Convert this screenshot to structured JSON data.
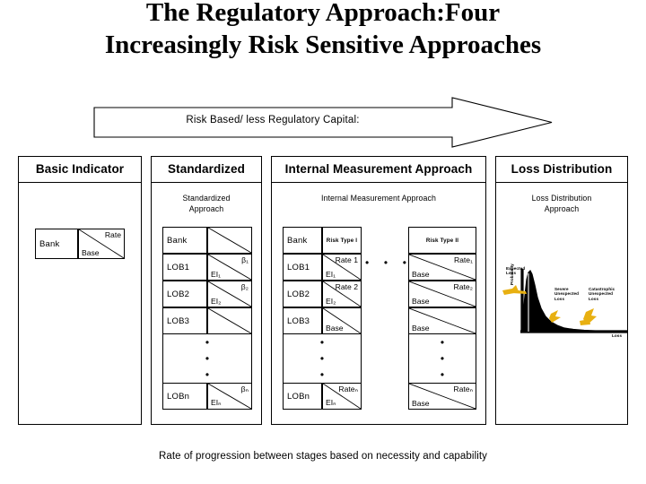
{
  "title": {
    "line1": "The Regulatory Approach:Four",
    "line2": "Increasingly Risk Sensitive Approaches"
  },
  "arrow": {
    "label": "Risk Based/ less Regulatory Capital:"
  },
  "footer": {
    "caption": "Rate of progression between stages based on necessity and capability"
  },
  "columns": [
    {
      "id": "basic-indicator",
      "header": "Basic Indicator",
      "subtitle": "",
      "table": {
        "rows": [
          {
            "label": "Bank",
            "top_right": "Rate",
            "bottom_left": "Base",
            "diagonal": true
          }
        ]
      }
    },
    {
      "id": "standardized",
      "header": "Standardized",
      "subtitle": "Standardized\nApproach",
      "subtitle_line1": "Standardized",
      "subtitle_line2": "Approach",
      "table": {
        "rows": [
          {
            "label": "Bank",
            "top_right": "",
            "bottom_left": "",
            "diagonal": true
          },
          {
            "label": "LOB1",
            "top_right": "β₁",
            "bottom_left": "EI₁",
            "diagonal": true
          },
          {
            "label": "LOB2",
            "top_right": "β₂",
            "bottom_left": "EI₂",
            "diagonal": true
          },
          {
            "label": "LOB3",
            "top_right": "",
            "bottom_left": "",
            "diagonal": true
          },
          {
            "label": "⋮",
            "dots": true
          },
          {
            "label": "LOBn",
            "top_right": "βₙ",
            "bottom_left": "EIₙ",
            "diagonal": true
          }
        ]
      }
    },
    {
      "id": "internal-measurement-approach",
      "header": "Internal Measurement Approach",
      "subtitle_line1": "Internal Measurement Approach",
      "subtitle_line2": "",
      "subtables": [
        {
          "risk_type": "Risk Type I",
          "rows": [
            {
              "label": "Bank",
              "header_cell": "Risk Type I"
            },
            {
              "label": "LOB1",
              "top_right": "Rate 1",
              "bottom_left": "EI₁",
              "diagonal": true
            },
            {
              "label": "LOB2",
              "top_right": "Rate 2",
              "bottom_left": "EI₂",
              "diagonal": true
            },
            {
              "label": "LOB3",
              "top_right": "",
              "bottom_left": "Base",
              "diagonal": true
            },
            {
              "dots": true
            },
            {
              "label": "LOBn",
              "top_right": "Rateₙ",
              "bottom_left": "EIₙ",
              "diagonal": true
            }
          ]
        },
        {
          "risk_type": "Risk Type II",
          "rows": [
            {
              "header_cell": "Risk Type II"
            },
            {
              "top_right": "Rate₁",
              "bottom_left": "Base",
              "diagonal": true
            },
            {
              "top_right": "Rate₂",
              "bottom_left": "Base",
              "diagonal": true
            },
            {
              "top_right": "",
              "bottom_left": "Base",
              "diagonal": true
            },
            {
              "dots": true
            },
            {
              "top_right": "Rateₙ",
              "bottom_left": "Base",
              "diagonal": true
            }
          ]
        }
      ],
      "between_dots": "• • •"
    },
    {
      "id": "loss-distribution",
      "header": "Loss Distribution",
      "subtitle_line1": "Loss Distribution",
      "subtitle_line2": "Approach"
    }
  ],
  "chart_data": {
    "type": "area",
    "title": "",
    "xlabel": "Loss",
    "ylabel": "Probability",
    "x": [
      0,
      0.04,
      0.08,
      0.12,
      0.16,
      0.2,
      0.26,
      0.32,
      0.4,
      0.5,
      0.62,
      0.75,
      0.88,
      1.0
    ],
    "values": [
      0.02,
      0.35,
      0.88,
      1.0,
      0.82,
      0.56,
      0.33,
      0.2,
      0.12,
      0.07,
      0.04,
      0.025,
      0.015,
      0.01
    ],
    "xlim": [
      0,
      1
    ],
    "ylim": [
      0,
      1.05
    ],
    "grid": false,
    "legend": "none",
    "curve_color": "#000000",
    "arrow_color": "#e8b011",
    "annotations": [
      {
        "name": "expected-loss",
        "line1": "Expected",
        "line2": "Loss",
        "line3": "",
        "x": 0.1,
        "y": 0.98
      },
      {
        "name": "severe-unexpected-loss",
        "line1": "Severe",
        "line2": "Unexpected",
        "line3": "Loss",
        "x": 0.46,
        "y": 0.45
      },
      {
        "name": "catastrophic-unexpected-loss",
        "line1": "Catastrophic",
        "line2": "Unexpected",
        "line3": "Loss",
        "x": 0.76,
        "y": 0.45
      }
    ]
  }
}
